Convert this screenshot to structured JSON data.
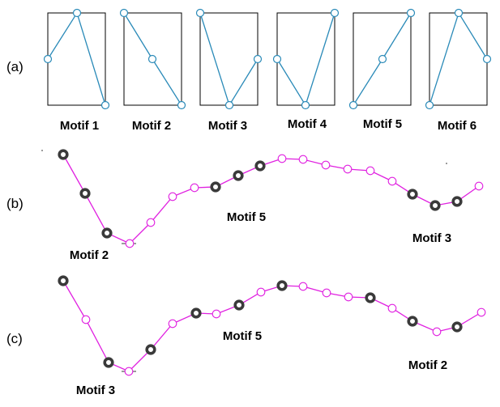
{
  "panels": {
    "a": {
      "label": "(a)"
    },
    "b": {
      "label": "(b)"
    },
    "c": {
      "label": "(c)"
    }
  },
  "motifs": [
    {
      "name": "Motif 1"
    },
    {
      "name": "Motif 2"
    },
    {
      "name": "Motif 3"
    },
    {
      "name": "Motif 4"
    },
    {
      "name": "Motif 5"
    },
    {
      "name": "Motif 6"
    }
  ],
  "series_b": {
    "captions": [
      "Motif 2",
      "Motif 5",
      "Motif 3"
    ]
  },
  "series_c": {
    "captions": [
      "Motif 3",
      "Motif 5",
      "Motif 2"
    ]
  },
  "colors": {
    "motif_line": "#2a8ab8",
    "series_line": "#e020e0",
    "motif_point": "#3a3a3a"
  }
}
